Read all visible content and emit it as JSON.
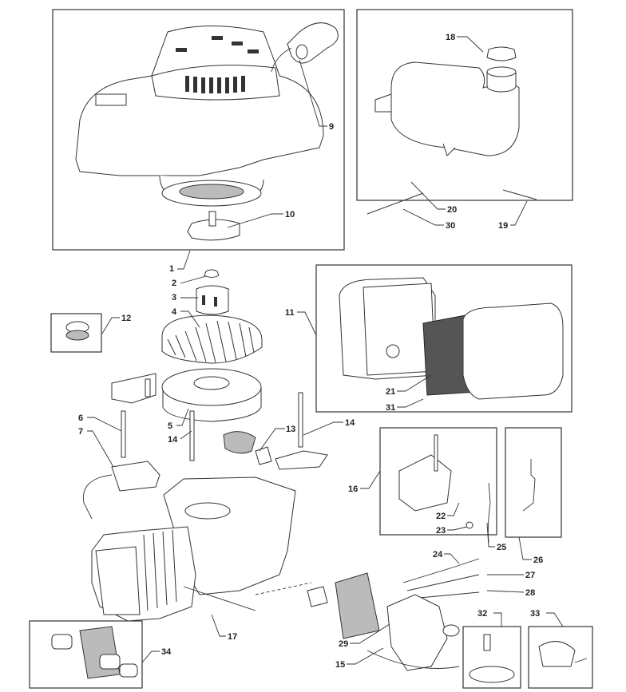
{
  "diagram": {
    "type": "exploded parts diagram",
    "callouts": [
      "1",
      "2",
      "3",
      "4",
      "5",
      "6",
      "7",
      "9",
      "10",
      "11",
      "12",
      "13",
      "14",
      "14",
      "15",
      "16",
      "17",
      "18",
      "19",
      "20",
      "21",
      "22",
      "23",
      "24",
      "25",
      "26",
      "27",
      "28",
      "29",
      "30",
      "31",
      "32",
      "33",
      "34"
    ]
  }
}
